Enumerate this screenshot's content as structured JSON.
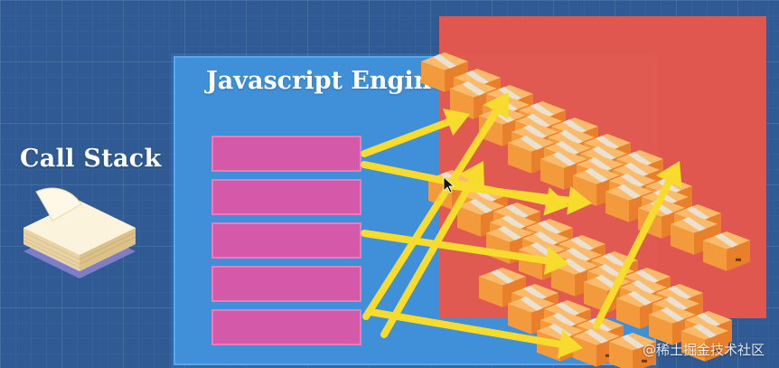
{
  "call_stack": {
    "title": "Call Stack"
  },
  "engine": {
    "title": "Javascript Engine"
  },
  "stack_frames": 5,
  "heap": {
    "box_count": 60
  },
  "watermark": {
    "text": "@稀土掘金技术社区"
  },
  "colors": {
    "background": "#2f5a93",
    "engine_panel": "#3f90d8",
    "heap_panel": "#e7574c",
    "frame": "#d559a9",
    "arrow": "#f7dc2e",
    "box_top": "#fbbb6b",
    "box_left": "#f39a3d",
    "box_right": "#e77f2b"
  },
  "icons": {
    "paper_stack": "paper-stack-icon",
    "cursor": "cursor-icon"
  }
}
